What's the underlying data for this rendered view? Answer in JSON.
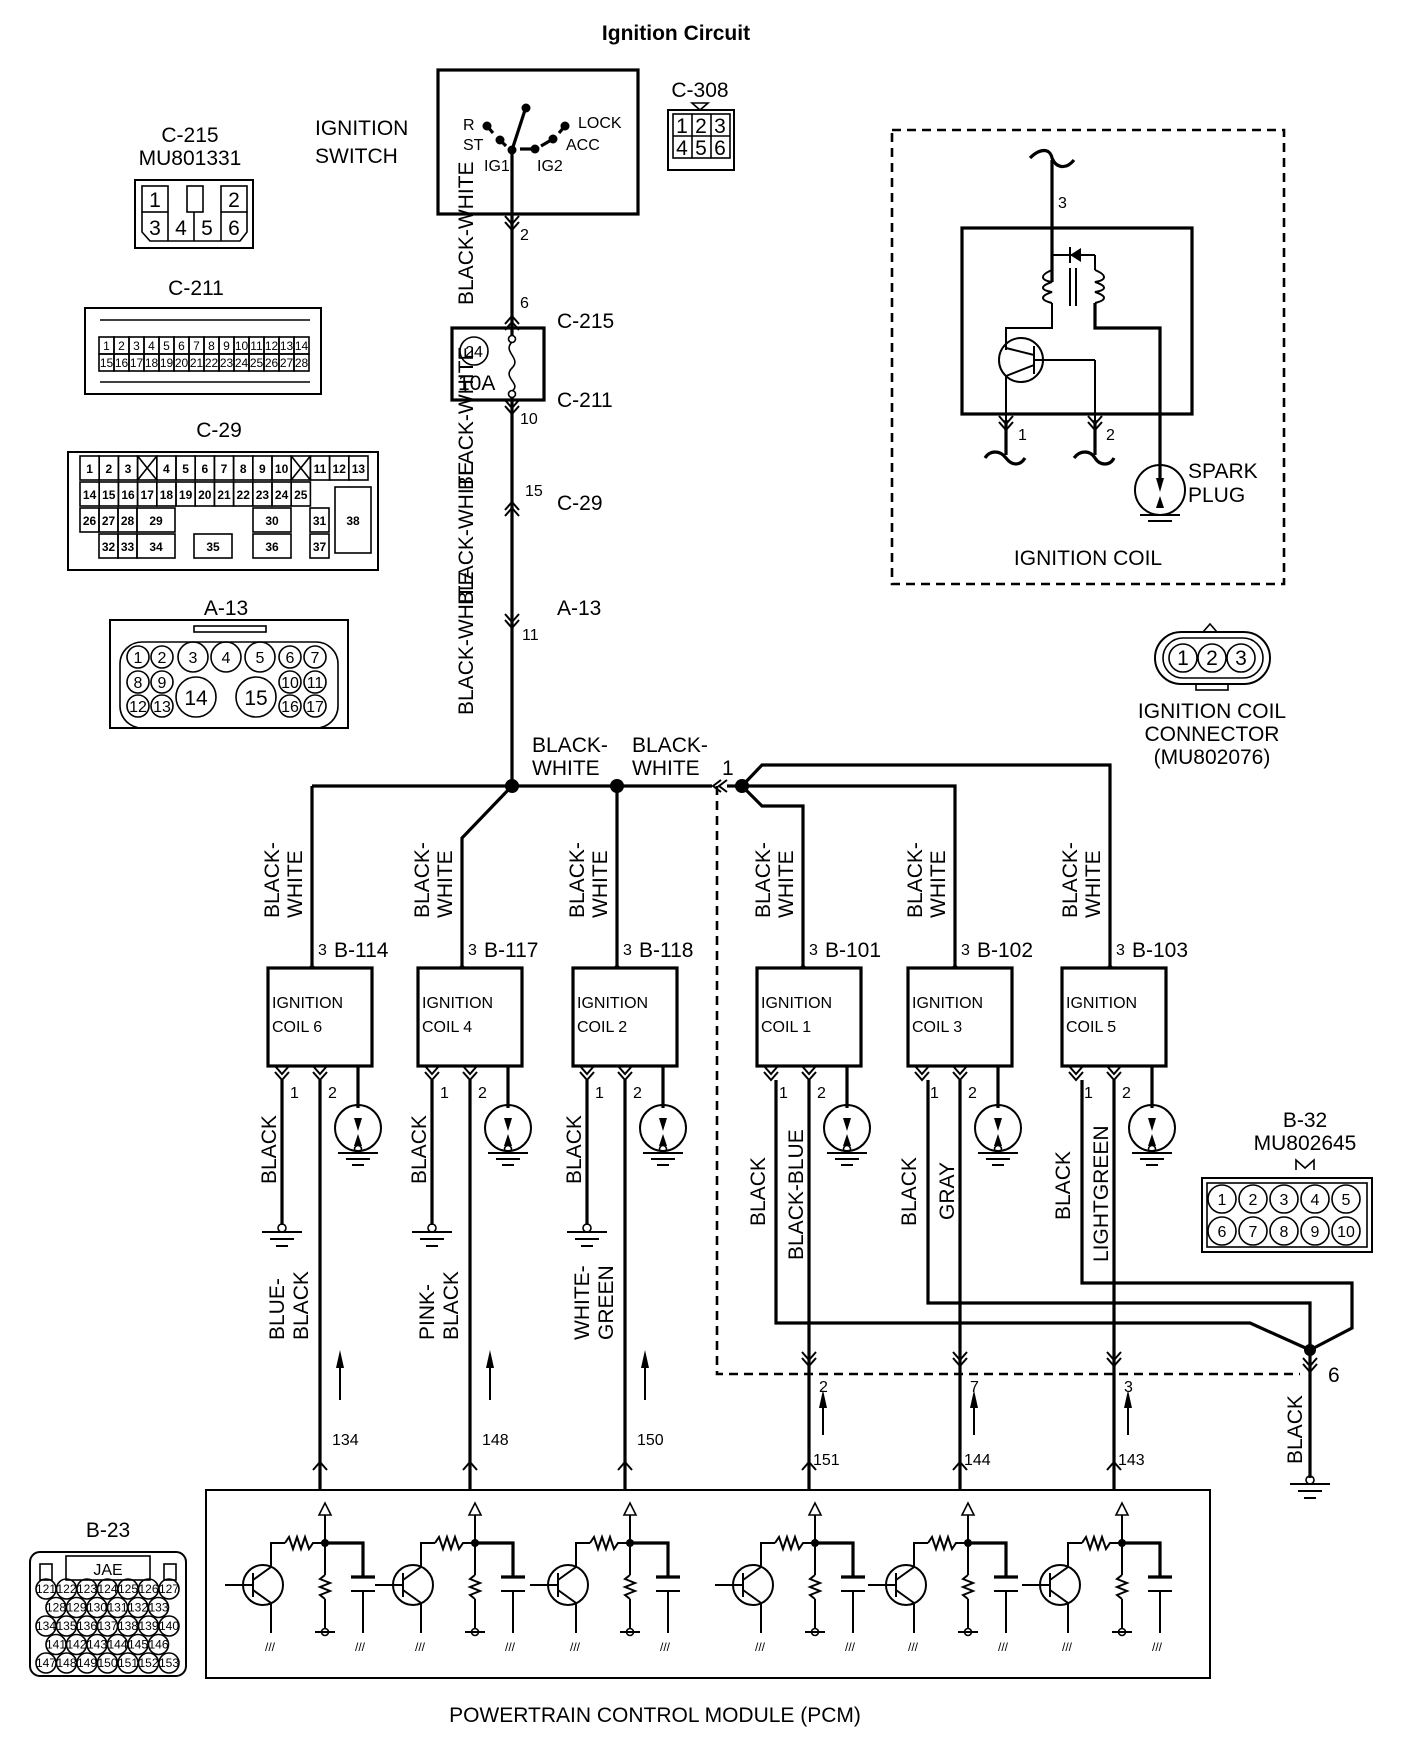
{
  "title": "Ignition Circuit",
  "wire_color_main": "BLACK-WHITE",
  "ignition_switch": {
    "label_line1": "IGNITION",
    "label_line2": "SWITCH",
    "positions": [
      "R",
      "ST",
      "IG1",
      "IG2",
      "ACC",
      "LOCK"
    ],
    "terminal": "2"
  },
  "fuse": {
    "number": "24",
    "rating": "10A",
    "pin_top": "6",
    "pin_bottom": "10",
    "connector_top": "C-215",
    "connector_bottom": "C-211"
  },
  "c29": {
    "pin": "15",
    "label": "C-29"
  },
  "a13": {
    "pin": "11",
    "label": "A-13"
  },
  "junction": {
    "label1a": "BLACK-",
    "label1b": "WHITE",
    "label2a": "BLACK-",
    "label2b": "WHITE",
    "pin": "1"
  },
  "coils": [
    {
      "name_line1": "IGNITION",
      "name_line2": "COIL 6",
      "connector": "B-114",
      "pin_supply": "3",
      "pin1": "1",
      "pin2": "2",
      "ground_wire": "BLACK",
      "signal_wire_a": "BLUE-",
      "signal_wire_b": "BLACK",
      "pcm_pin": "134"
    },
    {
      "name_line1": "IGNITION",
      "name_line2": "COIL 4",
      "connector": "B-117",
      "pin_supply": "3",
      "pin1": "1",
      "pin2": "2",
      "ground_wire": "BLACK",
      "signal_wire_a": "PINK-",
      "signal_wire_b": "BLACK",
      "pcm_pin": "148"
    },
    {
      "name_line1": "IGNITION",
      "name_line2": "COIL 2",
      "connector": "B-118",
      "pin_supply": "3",
      "pin1": "1",
      "pin2": "2",
      "ground_wire": "BLACK",
      "signal_wire_a": "WHITE-",
      "signal_wire_b": "GREEN",
      "pcm_pin": "150"
    },
    {
      "name_line1": "IGNITION",
      "name_line2": "COIL 1",
      "connector": "B-101",
      "pin_supply": "3",
      "pin1": "1",
      "pin2": "2",
      "ground_wire": "BLACK",
      "signal_wire": "BLACK-BLUE",
      "b32_pin": "2",
      "pcm_pin": "151"
    },
    {
      "name_line1": "IGNITION",
      "name_line2": "COIL 3",
      "connector": "B-102",
      "pin_supply": "3",
      "pin1": "1",
      "pin2": "2",
      "ground_wire": "BLACK",
      "signal_wire": "GRAY",
      "b32_pin": "7",
      "pcm_pin": "144"
    },
    {
      "name_line1": "IGNITION",
      "name_line2": "COIL 5",
      "connector": "B-103",
      "pin_supply": "3",
      "pin1": "1",
      "pin2": "2",
      "ground_wire": "BLACK",
      "signal_wire": "LIGHTGREEN",
      "b32_pin": "3",
      "pcm_pin": "143"
    }
  ],
  "b32_ground": {
    "pin": "6",
    "wire": "BLACK"
  },
  "pcm_label": "POWERTRAIN CONTROL MODULE (PCM)",
  "ignition_coil_detail": {
    "label": "IGNITION COIL",
    "pin_top": "3",
    "pin1": "1",
    "pin2": "2",
    "spark_plug_line1": "SPARK",
    "spark_plug_line2": "PLUG"
  },
  "connectors": {
    "c215": {
      "label": "C-215",
      "part": "MU801331",
      "pins_top": [
        "1",
        "",
        "2"
      ],
      "pins_bottom": [
        "3",
        "4",
        "5",
        "6"
      ]
    },
    "c308": {
      "label": "C-308",
      "pins": [
        "1",
        "2",
        "3",
        "4",
        "5",
        "6"
      ]
    },
    "c211": {
      "label": "C-211",
      "row1": [
        "1",
        "2",
        "3",
        "4",
        "5",
        "6",
        "7",
        "8",
        "9",
        "10",
        "11",
        "12",
        "13",
        "14"
      ],
      "row2": [
        "15",
        "16",
        "17",
        "18",
        "19",
        "20",
        "21",
        "22",
        "23",
        "24",
        "25",
        "26",
        "27",
        "28"
      ]
    },
    "c29": {
      "label": "C-29",
      "row1": [
        "1",
        "2",
        "3",
        "X",
        "4",
        "5",
        "6",
        "7",
        "8",
        "9",
        "10",
        "X",
        "11",
        "12",
        "13"
      ],
      "row2": [
        "14",
        "15",
        "16",
        "17",
        "18",
        "19",
        "20",
        "21",
        "22",
        "23",
        "24",
        "25"
      ],
      "row3": [
        "26",
        "27",
        "28",
        "29",
        "30",
        "31"
      ],
      "row4": [
        "32",
        "33",
        "34",
        "35",
        "36",
        "37"
      ],
      "big": "38"
    },
    "a13": {
      "label": "A-13",
      "top": [
        "1",
        "2",
        "3",
        "4",
        "5",
        "6",
        "7"
      ],
      "mid": [
        "8",
        "9",
        "10",
        "11"
      ],
      "big": [
        "14",
        "15"
      ],
      "bottom": [
        "12",
        "13",
        "16",
        "17"
      ]
    },
    "ignition_coil_connector": {
      "label_line1": "IGNITION COIL",
      "label_line2": "CONNECTOR",
      "label_line3": "(MU802076)",
      "pins": [
        "1",
        "2",
        "3"
      ]
    },
    "b32": {
      "label": "B-32",
      "part": "MU802645",
      "row1": [
        "1",
        "2",
        "3",
        "4",
        "5"
      ],
      "row2": [
        "6",
        "7",
        "8",
        "9",
        "10"
      ]
    },
    "b23": {
      "label": "B-23",
      "maker": "JAE",
      "row1": [
        "121",
        "122",
        "123",
        "124",
        "125",
        "126",
        "127"
      ],
      "row2": [
        "128",
        "129",
        "130",
        "131",
        "132",
        "133"
      ],
      "row3": [
        "134",
        "135",
        "136",
        "137",
        "138",
        "139",
        "140"
      ],
      "row4": [
        "141",
        "142",
        "143",
        "144",
        "145",
        "146"
      ],
      "row5": [
        "147",
        "148",
        "149",
        "150",
        "151",
        "152",
        "153"
      ]
    }
  }
}
